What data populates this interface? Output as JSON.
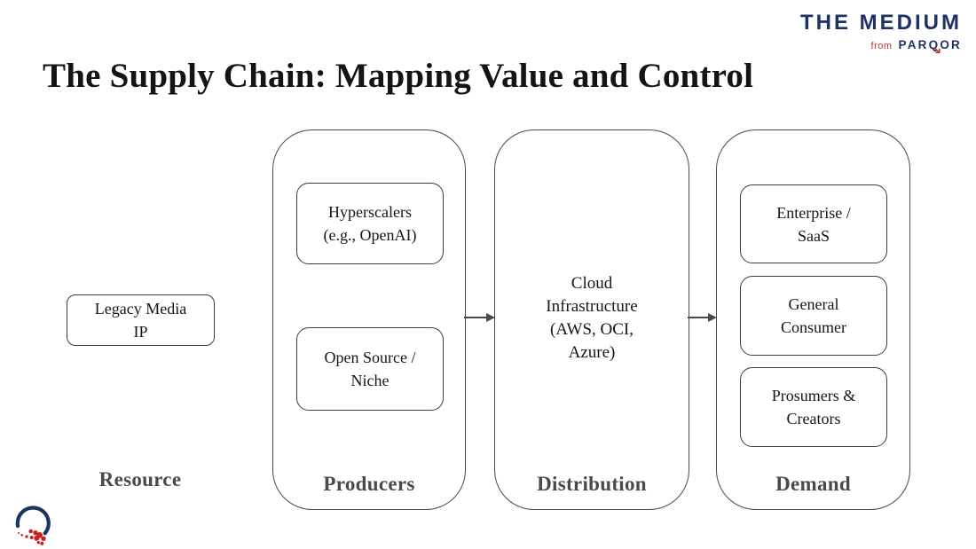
{
  "brand": {
    "name": "THE MEDIUM",
    "from_label": "from",
    "parqor_pre": "PAR",
    "parqor_q": "Q",
    "parqor_post": "OR"
  },
  "title": "The Supply Chain: Mapping Value and Control",
  "colors": {
    "navy": "#1e3264",
    "red": "#c2342a",
    "label_gray": "#4a4a4a",
    "box_border": "#3c3c3c"
  },
  "columns": [
    {
      "label": "Resource",
      "boxes": [
        {
          "text": "Legacy Media\nIP"
        }
      ]
    },
    {
      "label": "Producers",
      "boxes": [
        {
          "text": "Hyperscalers\n(e.g., OpenAI)"
        },
        {
          "text": "Open Source /\nNiche"
        }
      ]
    },
    {
      "label": "Distribution",
      "center_text": "Cloud\nInfrastructure\n(AWS, OCI,\nAzure)"
    },
    {
      "label": "Demand",
      "boxes": [
        {
          "text": "Enterprise /\nSaaS"
        },
        {
          "text": "General\nConsumer"
        },
        {
          "text": "Prosumers &\nCreators"
        }
      ]
    }
  ]
}
